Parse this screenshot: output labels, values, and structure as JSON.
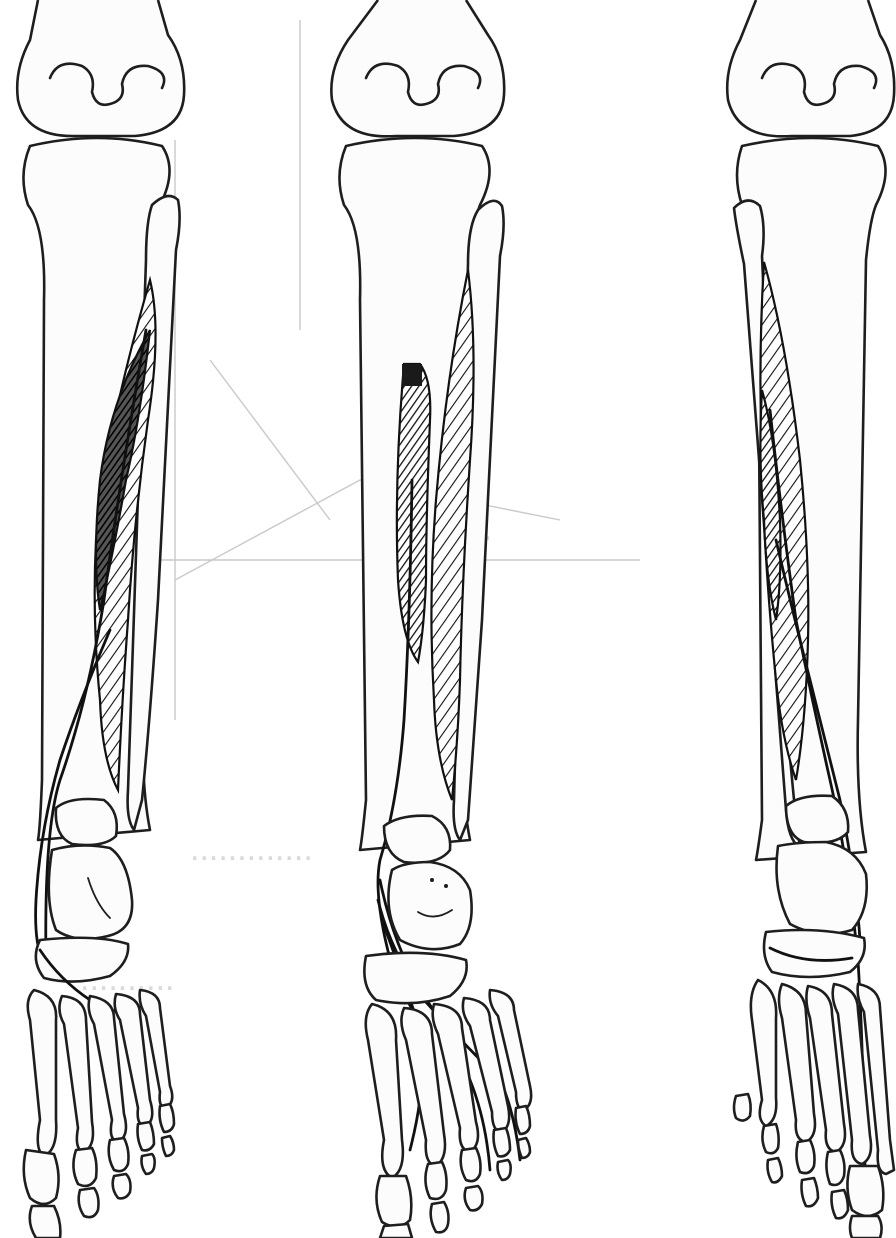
{
  "figure": {
    "panels": [
      {
        "id": "left"
      },
      {
        "id": "middle"
      },
      {
        "id": "right"
      }
    ]
  }
}
